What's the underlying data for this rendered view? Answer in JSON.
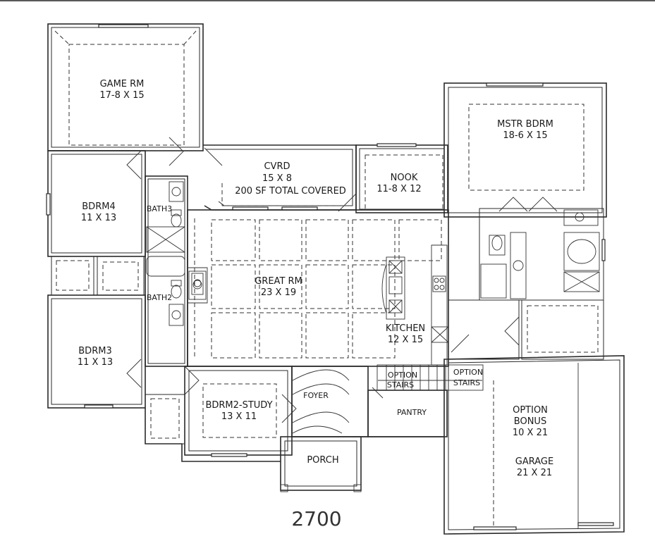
{
  "plan_number": "2700",
  "rooms": {
    "game_rm": {
      "name": "GAME RM",
      "dim": "17-8 X 15"
    },
    "bdrm4": {
      "name": "BDRM4",
      "dim": "11 X 13"
    },
    "bath3": {
      "name": "BATH3"
    },
    "cvrd": {
      "name": "CVRD",
      "dim": "15 X 8",
      "note": "200 SF TOTAL COVERED"
    },
    "nook": {
      "name": "NOOK",
      "dim": "11-8 X 12"
    },
    "mstr_bdrm": {
      "name": "MSTR BDRM",
      "dim": "18-6 X 15"
    },
    "great_rm": {
      "name": "GREAT RM",
      "dim": "23 X 19"
    },
    "bath2": {
      "name": "BATH2"
    },
    "kitchen": {
      "name": "KITCHEN",
      "dim": "12 X 15"
    },
    "bdrm3": {
      "name": "BDRM3",
      "dim": "11 X 13"
    },
    "option_stairs_left": {
      "line1": "OPTION",
      "line2": "STAIRS"
    },
    "option_stairs_right": {
      "line1": "OPTION",
      "line2": "STAIRS"
    },
    "bdrm2_study": {
      "name": "BDRM2-STUDY",
      "dim": "13 X 11"
    },
    "foyer": {
      "name": "FOYER"
    },
    "pantry": {
      "name": "PANTRY"
    },
    "option_bonus": {
      "line1": "OPTION",
      "line2": "BONUS",
      "dim": "10 X 21"
    },
    "garage": {
      "name": "GARAGE",
      "dim": "21 X 21"
    },
    "porch": {
      "name": "PORCH"
    }
  }
}
